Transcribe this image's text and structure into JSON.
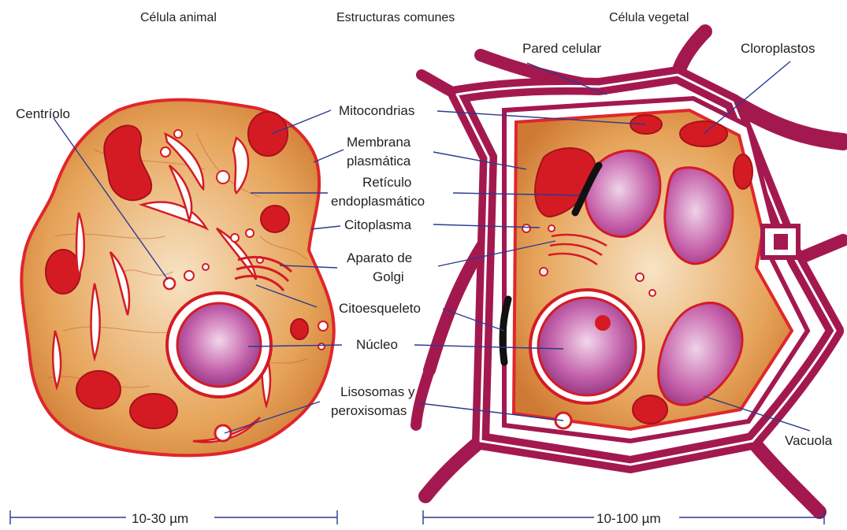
{
  "headers": {
    "animal": "Célula animal",
    "common": "Estructuras comunes",
    "plant": "Célula vegetal"
  },
  "labels": {
    "centriolo": "Centríolo",
    "mitocondrias": "Mitocondrias",
    "membrana_1": "Membrana",
    "membrana_2": "plasmática",
    "reticulo_1": "Retículo",
    "reticulo_2": "endoplasmático",
    "citoplasma": "Citoplasma",
    "golgi_1": "Aparato de",
    "golgi_2": "Golgi",
    "citoesqueleto": "Citoesqueleto",
    "nucleo": "Núcleo",
    "lisosomas_1": "Lisosomas y",
    "lisosomas_2": "peroxisomas",
    "pared": "Pared celular",
    "cloroplastos": "Cloroplastos",
    "vacuola": "Vacuola"
  },
  "scales": {
    "animal": "10-30 µm",
    "plant": "10-100 µm"
  },
  "colors": {
    "cell_red": "#e0262b",
    "organelle_red": "#d41b24",
    "cytoplasm": "#e8a95c",
    "nucleus": "#b24d9b",
    "vacuole": "#c45aa6",
    "wall": "#a3194f",
    "leader": "#2b3a8f"
  }
}
